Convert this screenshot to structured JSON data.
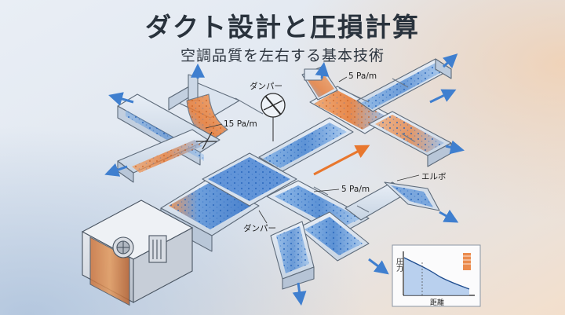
{
  "header": {
    "title": "ダクト設計と圧損計算",
    "subtitle": "空調品質を左右する基本技術"
  },
  "annotations": {
    "damper_top": "ダンパー",
    "pressure_top_right": "5 Pa/m",
    "pressure_left": "15 Pa/m",
    "elbow": "エルボ",
    "pressure_lower_right": "5 Pa/m",
    "damper_bottom": "ダンパー"
  },
  "graph": {
    "ylabel": "圧力",
    "xlabel": "距離"
  },
  "colors": {
    "duct": "#cfd9e6",
    "cool_flow": "#3a7fd1",
    "warm_flow": "#e8772e",
    "title": "#29323c"
  }
}
